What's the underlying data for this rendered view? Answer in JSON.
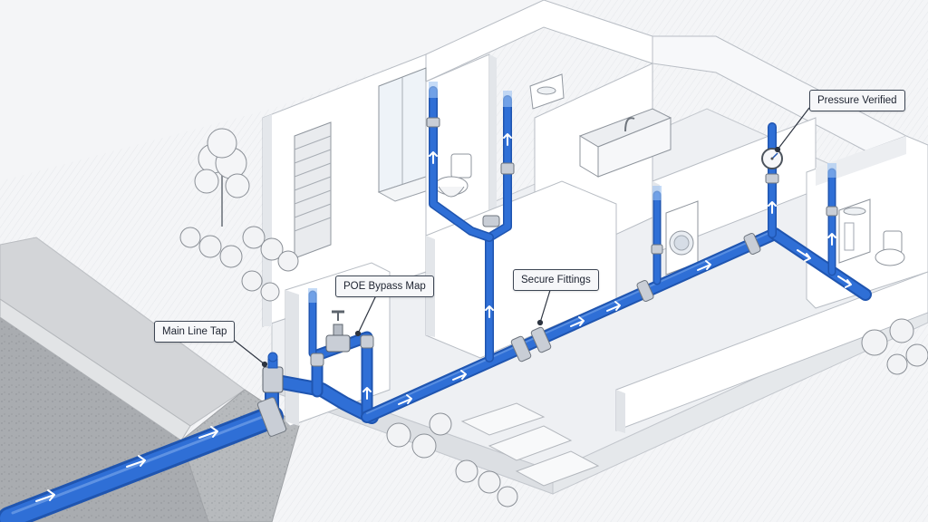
{
  "callouts": {
    "main_line_tap": "Main Line Tap",
    "poe_bypass_map": "POE Bypass Map",
    "secure_fittings": "Secure Fittings",
    "pressure_verified": "Pressure Verified"
  },
  "colors": {
    "pipe": "#2f6fd6",
    "pipe_dark": "#1f55b0",
    "fitting": "#c9ced6",
    "wall": "#ffffff",
    "wall_shade": "#e6e8ec",
    "floor": "#eef0f3",
    "sidewalk": "#c9cbcf",
    "curb": "#dadcdf",
    "soil": "#9a9da2",
    "callout_border": "#3d4654"
  },
  "icons": [
    "tree-icon",
    "shrub-icon",
    "valve-icon",
    "pressure-gauge-icon",
    "toilet-icon",
    "shower-icon",
    "sink-icon",
    "washing-machine-icon",
    "flow-arrow-icon"
  ]
}
